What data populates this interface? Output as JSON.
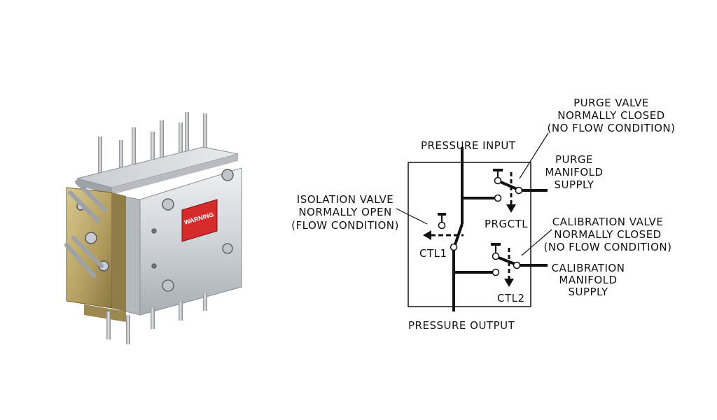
{
  "colors": {
    "ink": "#111111",
    "warning_label": "#d52b2b",
    "brass": "#b9a56a",
    "aluminum": "#d6d9dc"
  },
  "photo": {
    "warning_text": "WARNING"
  },
  "diagram": {
    "pressure_input": "PRESSURE INPUT",
    "pressure_output": "PRESSURE OUTPUT",
    "purge_valve": [
      "PURGE VALVE",
      "NORMALLY CLOSED",
      "(NO FLOW CONDITION)"
    ],
    "purge_supply": [
      "PURGE",
      "MANIFOLD",
      "SUPPLY"
    ],
    "isolation_valve": [
      "ISOLATION VALVE",
      "NORMALLY OPEN",
      "(FLOW CONDITION)"
    ],
    "calibration_valve": [
      "CALIBRATION VALVE",
      "NORMALLY CLOSED",
      "(NO FLOW CONDITION)"
    ],
    "calibration_supply": [
      "CALIBRATION",
      "MANIFOLD",
      "SUPPLY"
    ],
    "prgctl": "PRGCTL",
    "ctl1": "CTL1",
    "ctl2": "CTL2"
  }
}
